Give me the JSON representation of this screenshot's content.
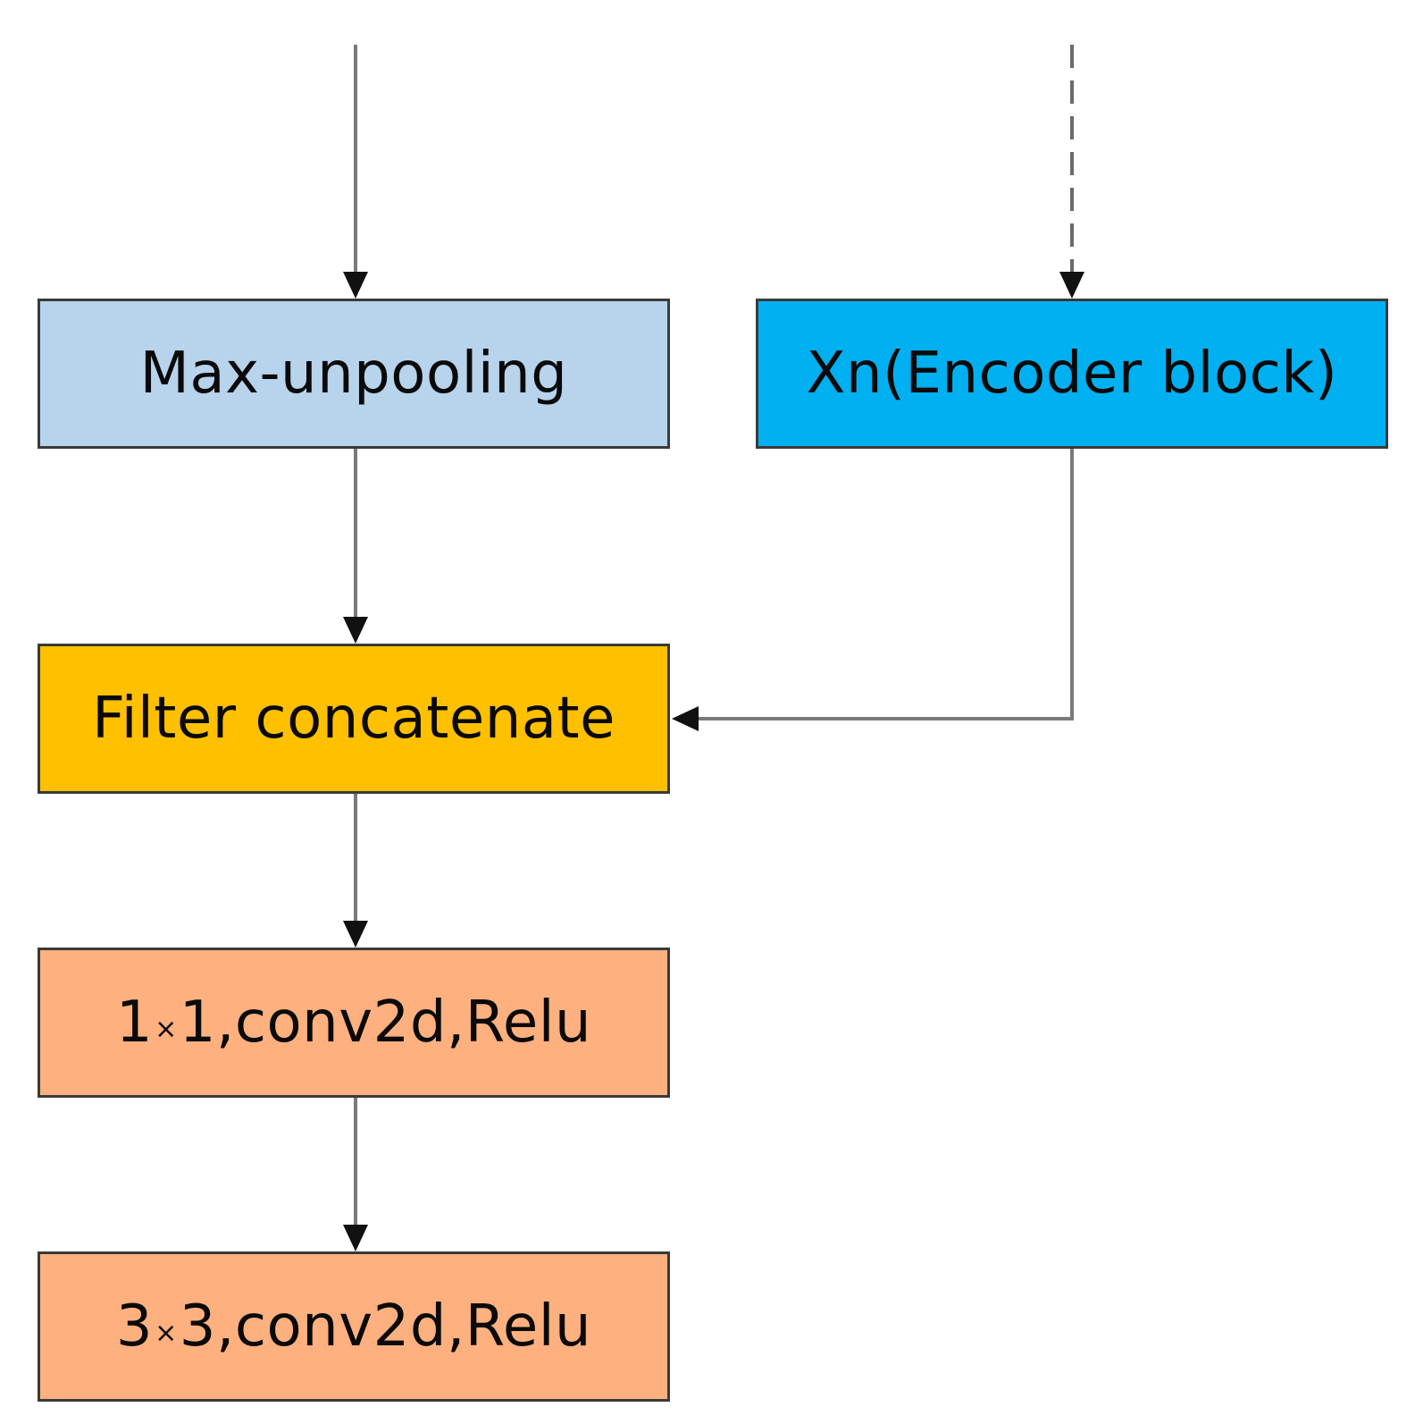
{
  "nodes": {
    "max_unpooling": {
      "label": "Max-unpooling",
      "fill": "#B8D3EC"
    },
    "encoder_block": {
      "label": "Xn(Encoder block)",
      "fill": "#00B0F0"
    },
    "filter_concat": {
      "label": "Filter concatenate",
      "fill": "#FFC000"
    },
    "conv_1x1": {
      "pre": "1",
      "times": "×",
      "post": "1,conv2d,Relu",
      "fill": "#FFB07F"
    },
    "conv_3x3": {
      "pre": "3",
      "times": "×",
      "post": "3,conv2d,Relu",
      "fill": "#FFB07F"
    }
  },
  "edges": [
    {
      "from": "input",
      "to": "max_unpooling",
      "style": "solid"
    },
    {
      "from": "input",
      "to": "encoder_block",
      "style": "dashed"
    },
    {
      "from": "max_unpooling",
      "to": "filter_concat",
      "style": "solid"
    },
    {
      "from": "encoder_block",
      "to": "filter_concat",
      "style": "solid"
    },
    {
      "from": "filter_concat",
      "to": "conv_1x1",
      "style": "solid"
    },
    {
      "from": "conv_1x1",
      "to": "conv_3x3",
      "style": "solid"
    }
  ],
  "colors": {
    "line": "#7A7A7A",
    "arrowhead": "#111111",
    "border": "#3A3A3A"
  }
}
